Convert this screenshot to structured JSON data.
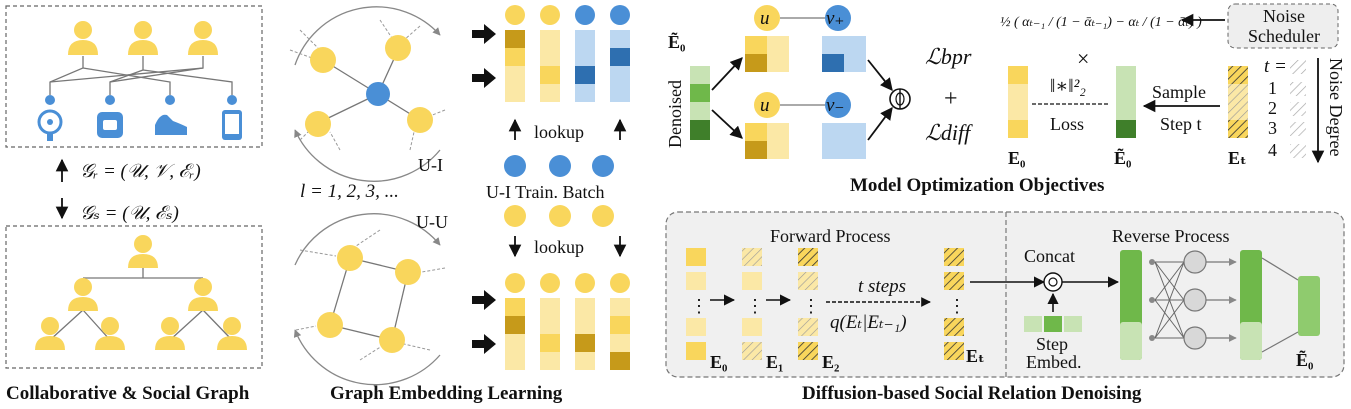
{
  "panel1": {
    "caption": "Collaborative & Social Graph",
    "rel_r": "𝒢ᵣ = (𝒰, 𝒱, ℰᵣ)",
    "rel_s": "𝒢ₛ = (𝒰, ℰₛ)"
  },
  "panel2": {
    "caption": "Graph Embedding Learning",
    "ui_label": "U-I",
    "uu_label": "U-U",
    "layer_label": "l = 1, 2, 3, ...",
    "lookup_top": "lookup",
    "lookup_bottom": "lookup",
    "batch_label": "U-I Train. Batch"
  },
  "panel3": {
    "caption": "Model Optimization Objectives",
    "e0_tilde_top": "Ẽ₀",
    "denoised": "Denoised",
    "u_top": "u",
    "v_plus": "v₊",
    "u_bottom": "u",
    "v_minus": "v₋",
    "l_bpr": "ℒbpr",
    "plus": "+",
    "l_diff": "ℒdiff",
    "formula": "½ ( αₜ₋₁ / (1 − ᾱₜ₋₁) − αₜ / (1 − ᾱₜ) )",
    "times": "×",
    "norm": "‖∗‖²₂",
    "loss": "Loss",
    "sample": "Sample",
    "step_t": "Step t",
    "noise_scheduler_1": "Noise",
    "noise_scheduler_2": "Scheduler",
    "t_eq": "t  =",
    "degree_steps": [
      "1",
      "2",
      "3",
      "4"
    ],
    "noise_degree": "Noise Degree",
    "e0": "E₀",
    "e0_tilde": "Ẽ₀",
    "et": "Eₜ"
  },
  "panel4": {
    "caption": "Diffusion-based Social Relation Denoising",
    "forward": "Forward Process",
    "reverse": "Reverse Process",
    "t_steps": "t steps",
    "q": "q(Eₜ|Eₜ₋₁)",
    "concat": "Concat",
    "step_embed_1": "Step",
    "step_embed_2": "Embed.",
    "e0": "E₀",
    "e1": "E₁",
    "e2": "E₂",
    "et": "Eₜ",
    "e0_tilde": "Ẽ₀"
  },
  "colors": {
    "yellow": "#F9D65C",
    "yellow_light": "#FBE8A6",
    "gold": "#C69A1A",
    "blue": "#4A8FD6",
    "blue_light": "#BCD7F1",
    "blue_dark": "#2E6FB0",
    "green": "#6FB84A",
    "green_light": "#C8E3B4",
    "green_dark": "#3F7F2A",
    "gray": "#777777"
  }
}
